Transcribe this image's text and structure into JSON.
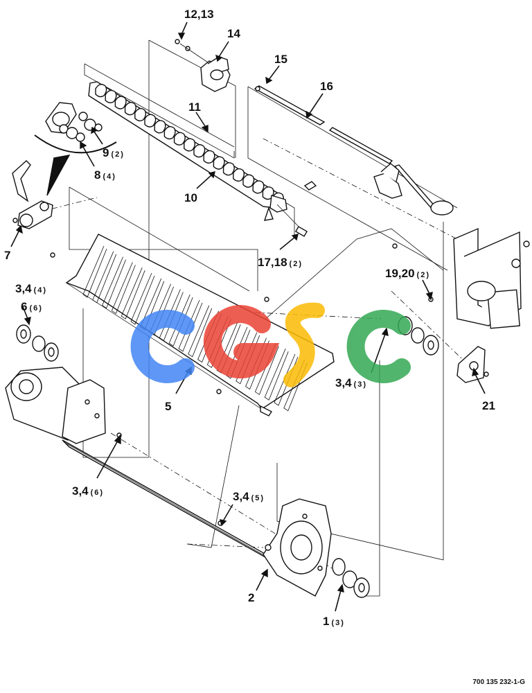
{
  "callouts": [
    {
      "id": "c-12-13",
      "number": "12,13",
      "qty": ""
    },
    {
      "id": "c-14",
      "number": "14",
      "qty": ""
    },
    {
      "id": "c-15",
      "number": "15",
      "qty": ""
    },
    {
      "id": "c-16",
      "number": "16",
      "qty": ""
    },
    {
      "id": "c-11",
      "number": "11",
      "qty": ""
    },
    {
      "id": "c-9",
      "number": "9",
      "qty": "(2)"
    },
    {
      "id": "c-8",
      "number": "8",
      "qty": "(4)"
    },
    {
      "id": "c-10",
      "number": "10",
      "qty": ""
    },
    {
      "id": "c-7",
      "number": "7",
      "qty": ""
    },
    {
      "id": "c-17-18",
      "number": "17,18",
      "qty": "(2)"
    },
    {
      "id": "c-19-20",
      "number": "19,20",
      "qty": "(2)"
    },
    {
      "id": "c-3-4-a",
      "number": "3,4",
      "qty": "(4)"
    },
    {
      "id": "c-6",
      "number": "6",
      "qty": "(6)"
    },
    {
      "id": "c-3-4-b",
      "number": "3,4",
      "qty": "(3)"
    },
    {
      "id": "c-5",
      "number": "5",
      "qty": ""
    },
    {
      "id": "c-21",
      "number": "21",
      "qty": ""
    },
    {
      "id": "c-3-4-c",
      "number": "3,4",
      "qty": "(6)"
    },
    {
      "id": "c-3-4-d",
      "number": "3,4",
      "qty": "(5)"
    },
    {
      "id": "c-2",
      "number": "2",
      "qty": ""
    },
    {
      "id": "c-1",
      "number": "1",
      "qty": "(3)"
    }
  ],
  "watermark": {
    "text": "CGSC",
    "colors": [
      "#4285F4",
      "#EA4335",
      "#FBBC05",
      "#34A853"
    ]
  },
  "doc_number": "700 135 232-1-G"
}
